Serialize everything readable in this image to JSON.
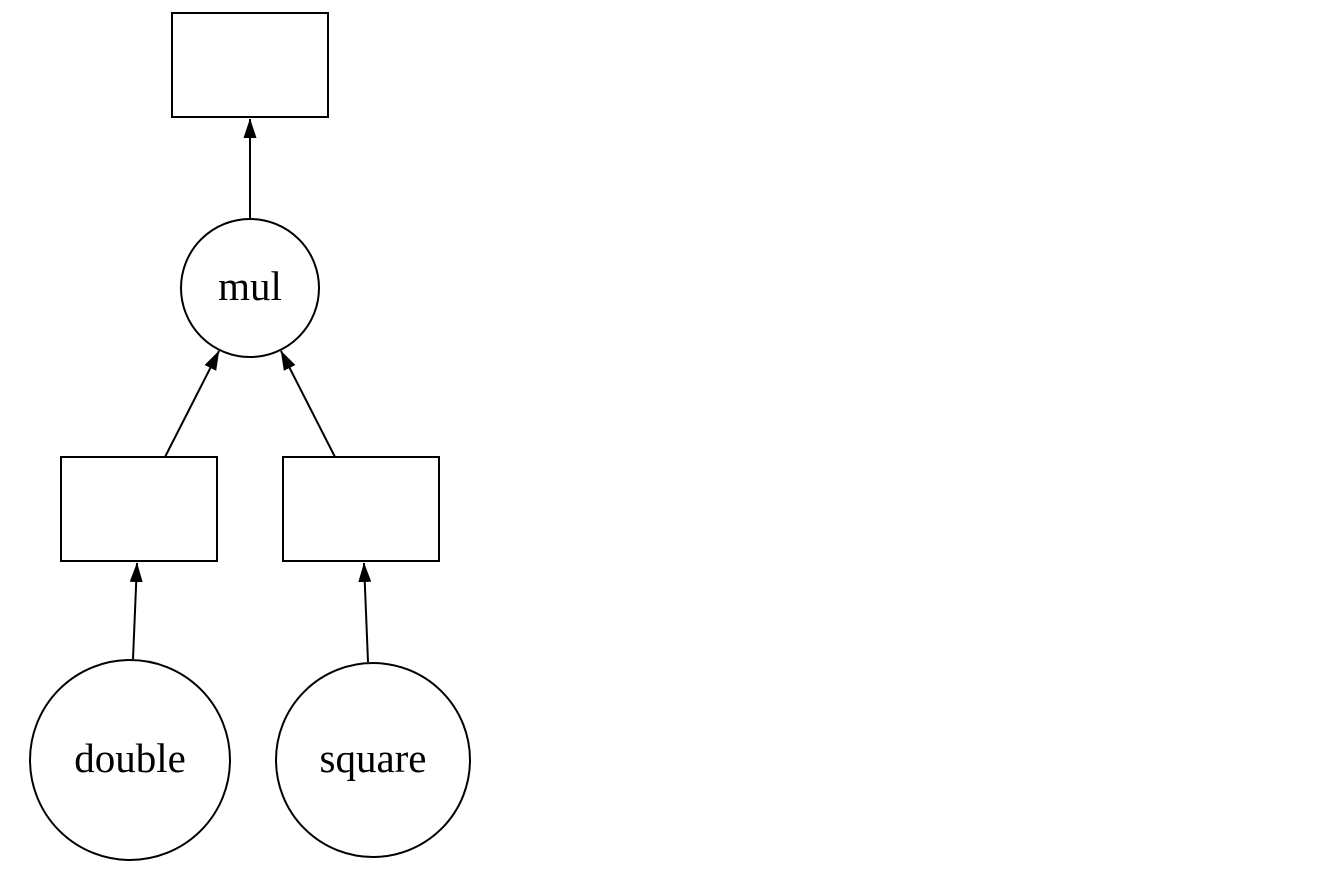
{
  "diagram": {
    "kind": "computation-graph",
    "background_color": "#ffffff",
    "stroke_color": "#000000",
    "text_color": "#000000",
    "nodes": {
      "output_box": {
        "shape": "rectangle",
        "label": ""
      },
      "mul": {
        "shape": "circle",
        "label": "mul"
      },
      "left_operand_box": {
        "shape": "rectangle",
        "label": ""
      },
      "right_operand_box": {
        "shape": "rectangle",
        "label": ""
      },
      "double": {
        "shape": "circle",
        "label": "double"
      },
      "square": {
        "shape": "circle",
        "label": "square"
      }
    },
    "edges": [
      {
        "from": "mul",
        "to": "output_box"
      },
      {
        "from": "left_operand_box",
        "to": "mul"
      },
      {
        "from": "right_operand_box",
        "to": "mul"
      },
      {
        "from": "double",
        "to": "left_operand_box"
      },
      {
        "from": "square",
        "to": "right_operand_box"
      }
    ]
  }
}
